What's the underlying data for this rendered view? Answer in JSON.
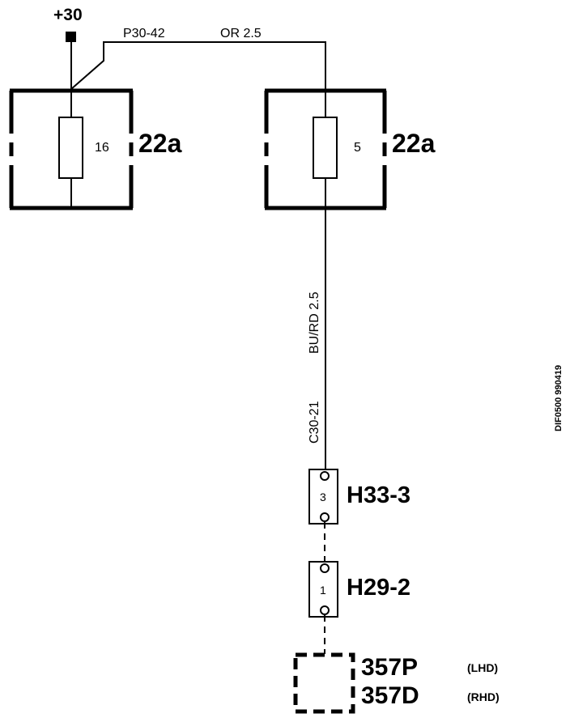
{
  "supply": {
    "label": "+30"
  },
  "wire_top": {
    "id": "P30-42",
    "color_size": "OR 2.5"
  },
  "fuse_left": {
    "number": "16",
    "name": "22a"
  },
  "fuse_right": {
    "number": "5",
    "name": "22a"
  },
  "wire_vertical": {
    "color_size": "BU/RD 2.5",
    "id": "C30-21"
  },
  "connector_top": {
    "pin": "3",
    "name": "H33-3"
  },
  "connector_bottom": {
    "pin": "1",
    "name": "H29-2"
  },
  "component": {
    "name_lhd": "357P",
    "note_lhd": "(LHD)",
    "name_rhd": "357D",
    "note_rhd": "(RHD)"
  },
  "doc_id": "DIF0500 990419",
  "colors": {
    "ink": "#000000",
    "paper": "#ffffff"
  }
}
